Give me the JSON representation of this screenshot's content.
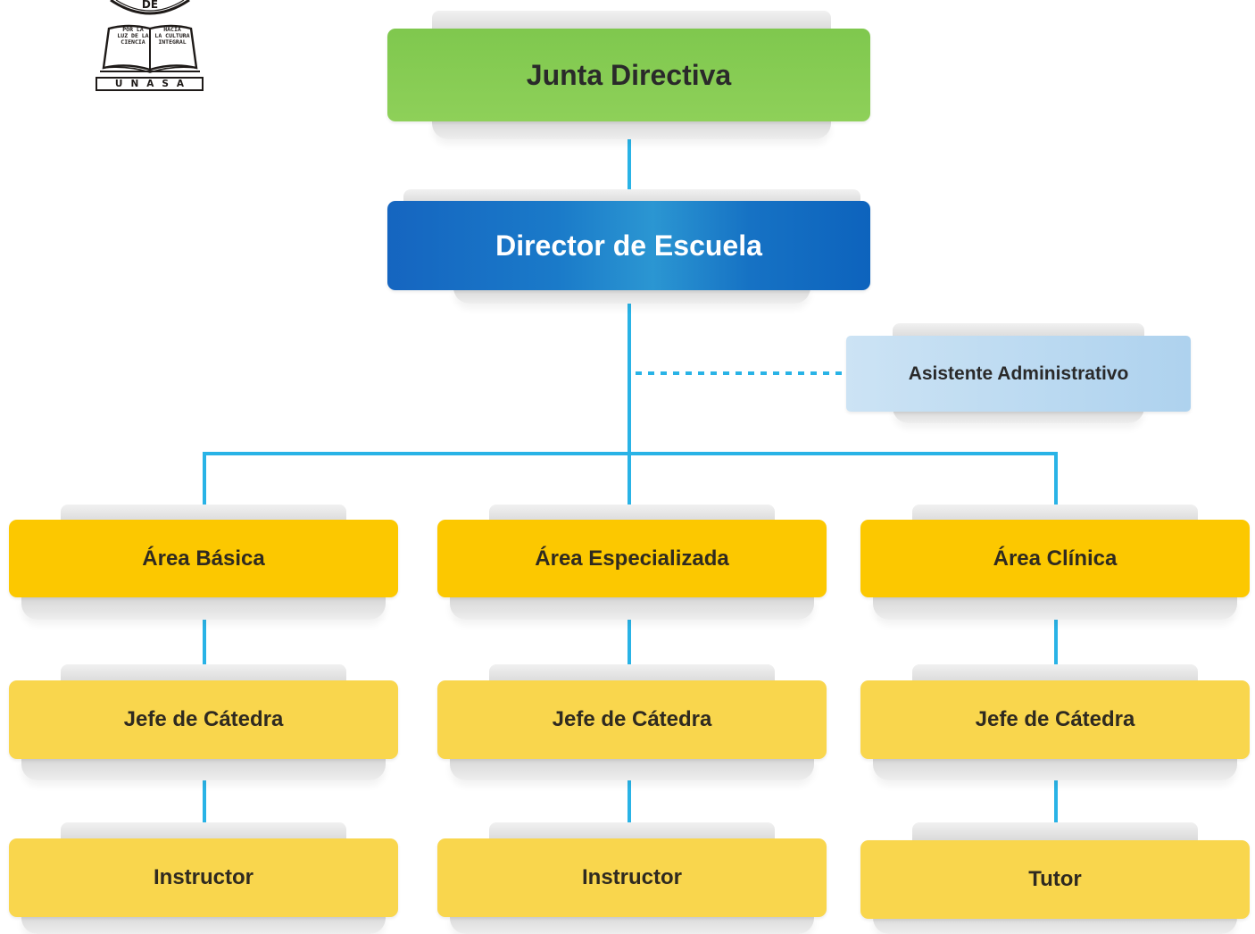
{
  "logo": {
    "top_text": "DE",
    "book_left_text": "POR LA\nLUZ DE LA\nCIENCIA",
    "book_right_text": "HACIA\nLA CULTURA\nINTEGRAL",
    "bar_text": "UNASA"
  },
  "nodes": {
    "junta": "Junta Directiva",
    "director": "Director de Escuela",
    "asistente": "Asistente Administrativo",
    "area_basica": "Área Básica",
    "area_especializada": "Área Especializada",
    "area_clinica": "Área Clínica",
    "jefe_basica": "Jefe de Cátedra",
    "jefe_especializada": "Jefe de Cátedra",
    "jefe_clinica": "Jefe de Cátedra",
    "instructor_basica": "Instructor",
    "instructor_especializada": "Instructor",
    "tutor_clinica": "Tutor"
  },
  "colors": {
    "junta": "#8ccf57",
    "director": "#1a74c4",
    "asistente": "#c2ddf2",
    "area": "#fcc800",
    "light_yellow": "#f9d64d",
    "connector": "#29b3e6"
  }
}
